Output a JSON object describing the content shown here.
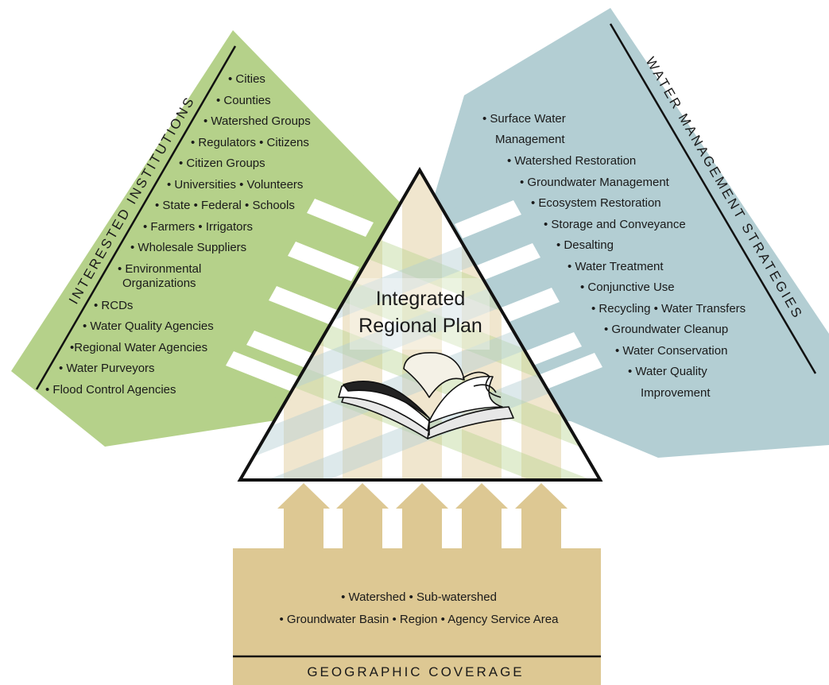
{
  "diagram": {
    "center": {
      "title_line1": "Integrated",
      "title_line2": "Regional Plan",
      "icon": "open-book-icon"
    },
    "left_panel": {
      "title": "INTERESTED INSTITUTIONS",
      "items": [
        "• Cities",
        "• Counties",
        "• Watershed Groups",
        "• Regulators • Citizens",
        "• Citizen Groups",
        "• Universities • Volunteers",
        "• State • Federal • Schools",
        "• Farmers • Irrigators",
        "• Wholesale Suppliers",
        "• Environmental",
        "Organizations",
        "• RCDs",
        "• Water Quality Agencies",
        "•Regional Water Agencies",
        "• Water Purveyors",
        "• Flood Control Agencies"
      ]
    },
    "right_panel": {
      "title": "WATER MANAGEMENT STRATEGIES",
      "items": [
        "• Surface Water",
        "Management",
        "• Watershed Restoration",
        "• Groundwater Management",
        "• Ecosystem Restoration",
        "• Storage and Conveyance",
        "• Desalting",
        "• Water Treatment",
        "• Conjunctive Use",
        "• Recycling • Water Transfers",
        "• Groundwater Cleanup",
        "• Water Conservation",
        "• Water Quality",
        "Improvement"
      ]
    },
    "bottom_panel": {
      "title": "GEOGRAPHIC COVERAGE",
      "items": [
        "• Watershed • Sub-watershed",
        "• Groundwater Basin • Region • Agency Service Area"
      ]
    },
    "colors": {
      "green": "#b5d18a",
      "blue": "#b3ced3",
      "tan": "#ddc893",
      "outline": "#111111"
    }
  }
}
